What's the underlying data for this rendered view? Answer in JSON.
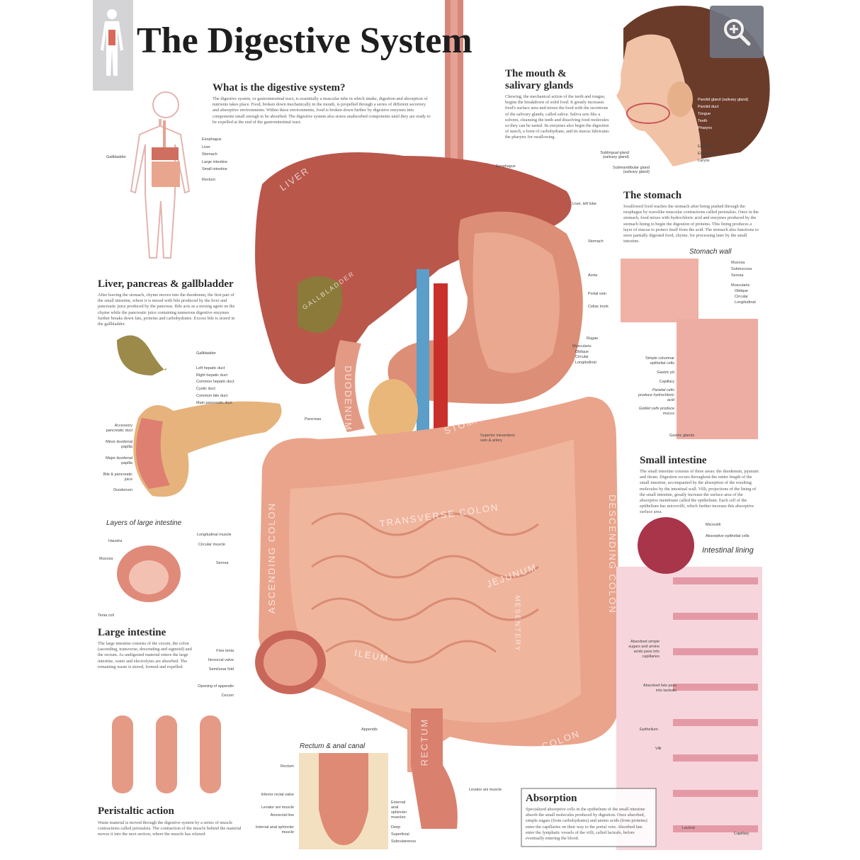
{
  "title": "The Digestive System",
  "zoom_button": {
    "icon": "zoom-in-icon"
  },
  "what_is": {
    "heading": "What is the digestive system?",
    "text": "The digestive system, or gastrointestinal tract, is essentially a muscular tube in which intake, digestion and absorption of nutrients takes place. Food, broken down mechanically in the mouth, is propelled through a series of different secretory and absorptive environments. Within these environments, food is broken down further by digestive enzymes into components small enough to be absorbed. The digestive system also stores unabsorbed components until they are ready to be expelled at the end of the gastrointestinal tract."
  },
  "body_figure": {
    "labels": [
      "Esophagus",
      "Liver",
      "Stomach",
      "Large intestine",
      "Small intestine",
      "Rectum"
    ],
    "left_label": "Gallbladder"
  },
  "mouth": {
    "heading_line1": "The mouth &",
    "heading_line2": "salivary glands",
    "text": "Chewing, the mechanical action of the teeth and tongue, begins the breakdown of solid food. It greatly increases food's surface area and mixes the food with the secretions of the salivary glands, called saliva. Saliva acts like a solvent, cleansing the teeth and dissolving food molecules so they can be tasted. Its enzymes also begin the digestion of starch, a form of carbohydrate, and its mucus lubricates the pharynx for swallowing.",
    "labels_right": [
      "Parotid gland (salivary gland)",
      "Parotid duct",
      "Tongue",
      "Teeth",
      "Pharynx",
      "Epiglottis",
      "Esophagus",
      "Larynx"
    ],
    "sublingual": "Sublingual gland (salivary gland)",
    "submandibular": "Submandibular gland (salivary gland)"
  },
  "stomach": {
    "heading": "The stomach",
    "text": "Swallowed food reaches the stomach after being pushed through the esophagus by wavelike muscular contractions called peristalsis. Once in the stomach, food mixes with hydrochloric acid and enzymes produced by the stomach lining to begin the digestion of proteins. This lining produces a layer of mucus to protect itself from the acid. The stomach also functions to store partially digested food, chyme, for processing later by the small intestine.",
    "wall_title": "Stomach wall",
    "wall_labels": [
      "Mucosa",
      "Submucosa",
      "Serosa",
      "Muscularis",
      "Oblique",
      "Circular",
      "Longitudinal"
    ],
    "gland_labels": [
      "Simple columnar epithelial cells",
      "Gastric pit",
      "Capillary",
      "Parietal cells produce hydrochloric acid",
      "Goblet cells produce mucus",
      "Gastric glands"
    ]
  },
  "central": {
    "labels": [
      "Esophagus",
      "Liver, left lobe",
      "Stomach",
      "Aorta",
      "Portal vein",
      "Celiac trunk",
      "Rugae",
      "Muscularis:",
      "Oblique",
      "Circular",
      "Longitudinal"
    ],
    "pancreas": "Pancreas",
    "sma": "Superior mesenteric vein & artery",
    "organs": [
      "LIVER",
      "GALLBLADDER",
      "DUODENUM",
      "STOMACH",
      "TRANSVERSE COLON",
      "ASCENDING COLON",
      "DESCENDING COLON",
      "JEJUNUM",
      "ILEUM",
      "MESENTERY",
      "RECTUM",
      "SIGMOID COLON"
    ],
    "cecum_labels": [
      "Free tenia",
      "Ileocecal valve",
      "Semilunar fold",
      "Opening of appendix",
      "Cecum"
    ],
    "appendix": "Appendix",
    "levator": "Levator ani muscle"
  },
  "liver_section": {
    "heading": "Liver, pancreas & gallbladder",
    "text": "After leaving the stomach, chyme moves into the duodenum, the first part of the small intestine, where it is mixed with bile produced by the liver and pancreatic juice produced by the pancreas. Bile acts as a mixing agent on the chyme while the pancreatic juice containing numerous digestive enzymes further breaks down fats, proteins and carbohydrates. Excess bile is stored in the gallbladder.",
    "right_labels": [
      "Gallbladder",
      "Left hepatic duct",
      "Right hepatic duct",
      "Common hepatic duct",
      "Cystic duct",
      "Common bile duct",
      "Main pancreatic duct"
    ],
    "left_labels": [
      "Accessory pancreatic duct",
      "Minor duodenal papilla",
      "Major duodenal papilla",
      "Bile & pancreatic juice",
      "Duodenum"
    ]
  },
  "layers": {
    "title": "Layers of large intestine",
    "labels": [
      "Haustra",
      "Mucosa",
      "Tenia coli",
      "Longitudinal muscle",
      "Circular muscle",
      "Serosa"
    ]
  },
  "large_intestine": {
    "heading": "Large intestine",
    "text": "The large intestine consists of the cecum, the colon (ascending, transverse, descending and sigmoid) and the rectum. As undigested material enters the large intestine, water and electrolytes are absorbed. The remaining waste is stored, formed and expelled."
  },
  "small_intestine": {
    "heading": "Small intestine",
    "text": "The small intestine consists of three areas: the duodenum, jejunum and ileum. Digestion occurs throughout the entire length of the small intestine, accompanied by the absorption of the resulting molecules by the intestinal wall. Villi, projections of the lining of the small intestine, greatly increase the surface area of the absorptive membrane called the epithelium. Each cell of the epithelium has microvilli, which further increase this absorptive surface area."
  },
  "lining": {
    "title": "Intestinal lining",
    "labels": [
      "Microvilli",
      "Absorptive epithelial cells",
      "Absorbed simple sugars and amino acids pass into capillaries",
      "Absorbed fats pass into lacteals",
      "Epithelium",
      "Villi",
      "Lacteal",
      "Capillary"
    ]
  },
  "rectum": {
    "title": "Rectum & anal canal",
    "left_labels": [
      "Rectum",
      "Inferior rectal valve",
      "Levator ani muscle",
      "Anorectal line",
      "Internal anal sphincter muscle"
    ],
    "right_title": "External anal sphincter muscles:",
    "right_labels": [
      "Deep",
      "Superficial",
      "Subcutaneous"
    ]
  },
  "peristalsis": {
    "heading": "Peristaltic action",
    "text": "Waste material is moved through the digestive system by a series of muscle contractions called peristalsis. The contraction of the muscle behind the material moves it into the next section, where the muscle has relaxed."
  },
  "absorption": {
    "heading": "Absorption",
    "text": "Specialized absorptive cells in the epithelium of the small intestine absorb the small molecules produced by digestion. Once absorbed, simple sugars (from carbohydrates) and amino acids (from proteins) enter the capillaries on their way to the portal vein. Absorbed fats enter the lymphatic vessels of the villi, called lacteals, before eventually entering the blood."
  },
  "colors": {
    "liver": "#b9574b",
    "stomach": "#dc8e76",
    "intestine": "#eeaa90",
    "bile": "#8c7a3a",
    "aorta": "#c9302c",
    "vein": "#5a9ec9"
  }
}
